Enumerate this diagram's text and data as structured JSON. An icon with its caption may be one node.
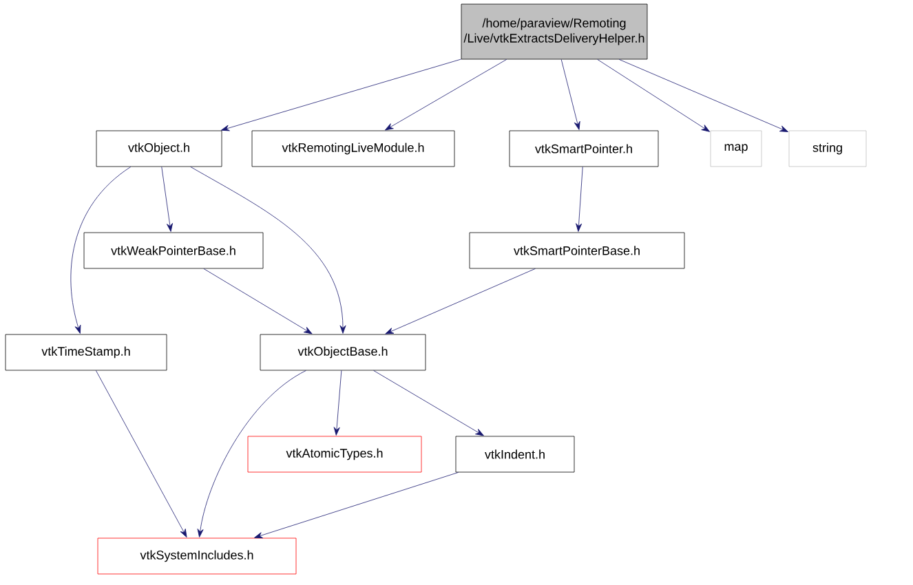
{
  "diagram": {
    "nodes": [
      {
        "text": [
          "/home/paraview/Remoting /Live/vtkExtractsDeliveryHelper.h"
        ]
      },
      {
        "text": [
          "vtkObject.h"
        ]
      },
      {
        "text": [
          "vtkRemotingLiveModule.h"
        ]
      },
      {
        "text": [
          "vtkSmartPointer.h"
        ]
      },
      {
        "text": [
          "map"
        ]
      },
      {
        "text": [
          "string"
        ]
      },
      {
        "text": [
          "vtkWeakPointerBase.h"
        ]
      },
      {
        "text": [
          "vtkSmartPointerBase.h"
        ]
      },
      {
        "text": [
          "vtkTimeStamp.h"
        ]
      },
      {
        "text": [
          "vtkObjectBase.h"
        ]
      },
      {
        "text": [
          "vtkAtomicTypes.h"
        ]
      },
      {
        "text": [
          "vtkIndent.h"
        ]
      },
      {
        "text": [
          "vtkSystemIncludes.h"
        ]
      }
    ],
    "edges": [
      {
        "from": 0,
        "to": 1,
        "arrow": "to"
      },
      {
        "from": 0,
        "to": 2,
        "arrow": "to"
      },
      {
        "from": 0,
        "to": 3,
        "arrow": "to"
      },
      {
        "from": 0,
        "to": 4,
        "arrow": "to"
      },
      {
        "from": 0,
        "to": 5,
        "arrow": "to"
      },
      {
        "from": 1,
        "to": 8,
        "arrow": "to"
      },
      {
        "from": 1,
        "to": 6,
        "arrow": "to"
      },
      {
        "from": 1,
        "to": 9,
        "arrow": "to"
      },
      {
        "from": 3,
        "to": 7,
        "arrow": "to"
      },
      {
        "from": 6,
        "to": 9,
        "arrow": "to"
      },
      {
        "from": 7,
        "to": 9,
        "arrow": "to"
      },
      {
        "from": 8,
        "to": 12,
        "arrow": "to"
      },
      {
        "from": 9,
        "to": 10,
        "arrow": "to"
      },
      {
        "from": 9,
        "to": 11,
        "arrow": "to"
      },
      {
        "from": 9,
        "to": 12,
        "arrow": "to"
      },
      {
        "from": 11,
        "to": 12,
        "arrow": "to"
      }
    ]
  }
}
